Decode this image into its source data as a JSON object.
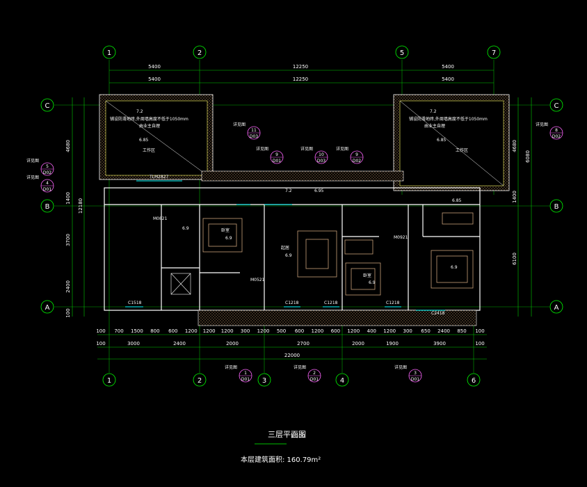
{
  "drawing": {
    "title": "三层平面图",
    "scale": "1:100",
    "area_label": "本层建筑面积: 160.79m²"
  },
  "axes": {
    "top": [
      "1",
      "2",
      "5",
      "7"
    ],
    "bottom": [
      "1",
      "2",
      "3",
      "4",
      "6"
    ],
    "left": [
      "C",
      "B",
      "A"
    ],
    "right": [
      "C",
      "B",
      "A"
    ]
  },
  "dims": {
    "top_row1": [
      "5400",
      "12250",
      "5400"
    ],
    "top_row2": [
      "5400",
      "12250",
      "5400"
    ],
    "bottom_row1": [
      "100",
      "700",
      "1500",
      "800",
      "600",
      "1200",
      "1200",
      "1200",
      "300",
      "1200",
      "500",
      "600",
      "1200",
      "600",
      "1200",
      "400",
      "1200",
      "300",
      "650",
      "2400",
      "850",
      "100"
    ],
    "bottom_row2": [
      "100",
      "3000",
      "2400",
      "2000",
      "2700",
      "2000",
      "1900",
      "3900",
      "100"
    ],
    "bottom_total": "22000",
    "left_col": [
      "4680",
      "1400",
      "3700",
      "2400",
      "100"
    ],
    "left_total": "12180",
    "right_col": [
      "4680",
      "1400",
      "6100"
    ],
    "right_total": "6080"
  },
  "rooms": {
    "left_terrace_note": "铺设防滑地砖,外周墙高度不低于1050mm",
    "left_terrace_note2": "由业主自理",
    "right_terrace_note": "铺设防滑地砖,外周墙高度不低于1050mm",
    "right_terrace_note2": "由业主自理",
    "elev_685": "6.85",
    "elev_72": "7.2",
    "elev_69": "6.9",
    "elev_695": "6.95",
    "work": "工作区",
    "bedroom": "卧室",
    "living": "起居"
  },
  "callouts": [
    {
      "num": "11",
      "ref": "D03",
      "label": "详见图"
    },
    {
      "num": "9",
      "ref": "D01",
      "label": "详见图"
    },
    {
      "num": "10",
      "ref": "D03",
      "label": "详见图"
    },
    {
      "num": "9",
      "ref": "D02",
      "label": "详见图"
    },
    {
      "num": "8",
      "ref": "D02",
      "label": "详见图"
    },
    {
      "num": "5",
      "ref": "D02",
      "label": "详见图"
    },
    {
      "num": "4",
      "ref": "D01",
      "label": "详见图"
    },
    {
      "num": "1",
      "ref": "D01",
      "label": "详见图"
    },
    {
      "num": "2",
      "ref": "D01",
      "label": "详见图"
    },
    {
      "num": "3",
      "ref": "D01",
      "label": "详见图"
    }
  ],
  "windows": [
    "C1518",
    "C1218",
    "C1218",
    "C1218",
    "C2418",
    "TLM2827",
    "M0521",
    "M0921",
    "M0821"
  ],
  "colors": {
    "background": "#000000",
    "axis_line": "#00ff00",
    "wall": "#ffffff",
    "hatch": "#cc9966",
    "furniture": "#c8a07a",
    "window": "#00ffff",
    "text": "#ffffff",
    "dim_line": "#00ff00",
    "callout": "#ff00ff",
    "elevation": "#00ff00"
  }
}
